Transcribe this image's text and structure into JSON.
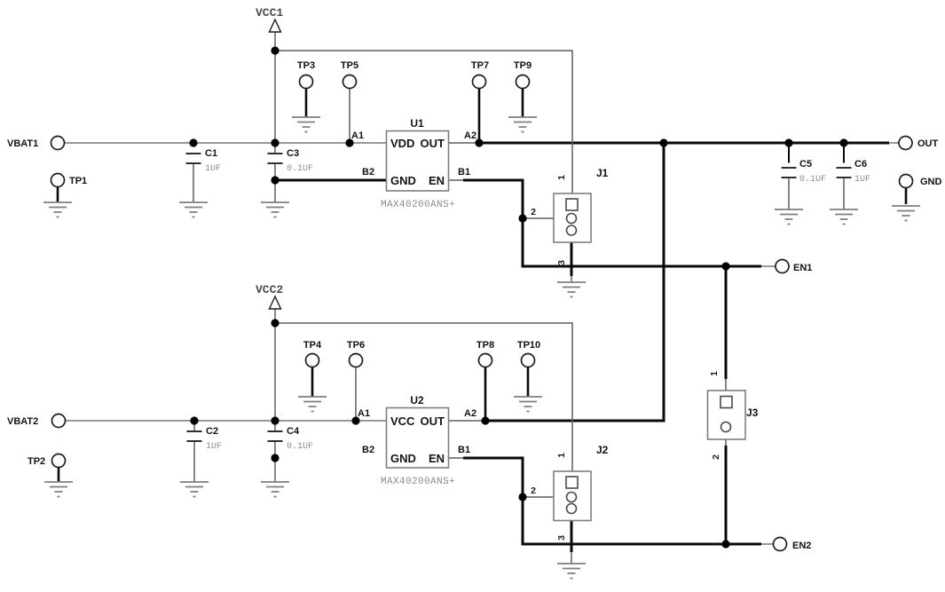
{
  "schematic": {
    "channels": [
      {
        "supply": "VCC1",
        "input": "VBAT1",
        "input_tp": "TP1",
        "tp_gnd_left": "TP3",
        "tp_in": "TP5",
        "tp_out": "TP7",
        "tp_gnd_right": "TP9",
        "ic": {
          "ref": "U1",
          "part": "MAX40200ANS+",
          "pins": {
            "tl": "VDD",
            "tr": "OUT",
            "bl": "GND",
            "br": "EN"
          },
          "nets": {
            "tl": "A1",
            "tr": "A2",
            "bl": "B2",
            "br": "B1"
          }
        },
        "cap_bulk": {
          "ref": "C1",
          "value": "1UF"
        },
        "cap_byp": {
          "ref": "C3",
          "value": "0.1UF"
        },
        "jumper": {
          "ref": "J1",
          "pins": [
            "1",
            "2",
            "3"
          ]
        },
        "enable": "EN1"
      },
      {
        "supply": "VCC2",
        "input": "VBAT2",
        "input_tp": "TP2",
        "tp_gnd_left": "TP4",
        "tp_in": "TP6",
        "tp_out": "TP8",
        "tp_gnd_right": "TP10",
        "ic": {
          "ref": "U2",
          "part": "MAX40200ANS+",
          "pins": {
            "tl": "VCC",
            "tr": "OUT",
            "bl": "GND",
            "br": "EN"
          },
          "nets": {
            "tl": "A1",
            "tr": "A2",
            "bl": "B2",
            "br": "B1"
          }
        },
        "cap_bulk": {
          "ref": "C2",
          "value": "1UF"
        },
        "cap_byp": {
          "ref": "C4",
          "value": "0.1UF"
        },
        "jumper": {
          "ref": "J2",
          "pins": [
            "1",
            "2",
            "3"
          ]
        },
        "enable": "EN2"
      }
    ],
    "output": {
      "out_terminal": "OUT",
      "gnd_terminal": "GND",
      "cap_byp": {
        "ref": "C5",
        "value": "0.1UF"
      },
      "cap_bulk": {
        "ref": "C6",
        "value": "1UF"
      }
    },
    "link_jumper": {
      "ref": "J3",
      "pins": [
        "1",
        "2"
      ]
    }
  },
  "colors": {
    "background": "#ffffff",
    "wire_thin": "#5f5f5f",
    "wire_net": "#0a0a0a",
    "component_outline": "#7e7e7e",
    "ground_symbol": "#7e7e7e",
    "label_text": "#121212",
    "value_text": "#8c8c8c",
    "supply_text": "#4d4d4d"
  }
}
